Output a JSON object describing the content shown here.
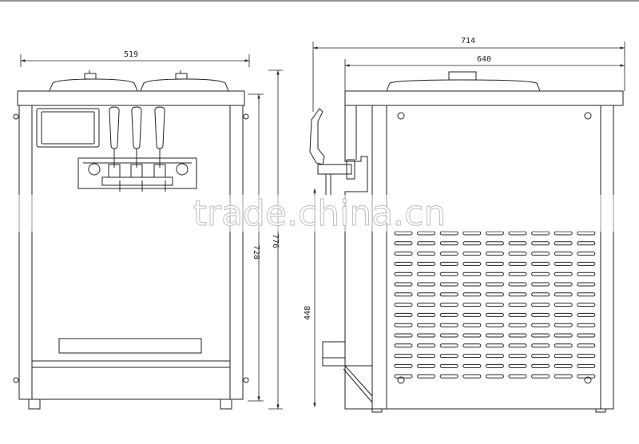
{
  "dimensions": {
    "front_width": "519",
    "front_height": "728",
    "total_height": "776",
    "side_depth_total": "714",
    "side_depth_body": "640",
    "dispense_height": "448"
  },
  "watermark": "trade.china.cn",
  "vent_grid": {
    "rows": 15,
    "cols": 9
  }
}
